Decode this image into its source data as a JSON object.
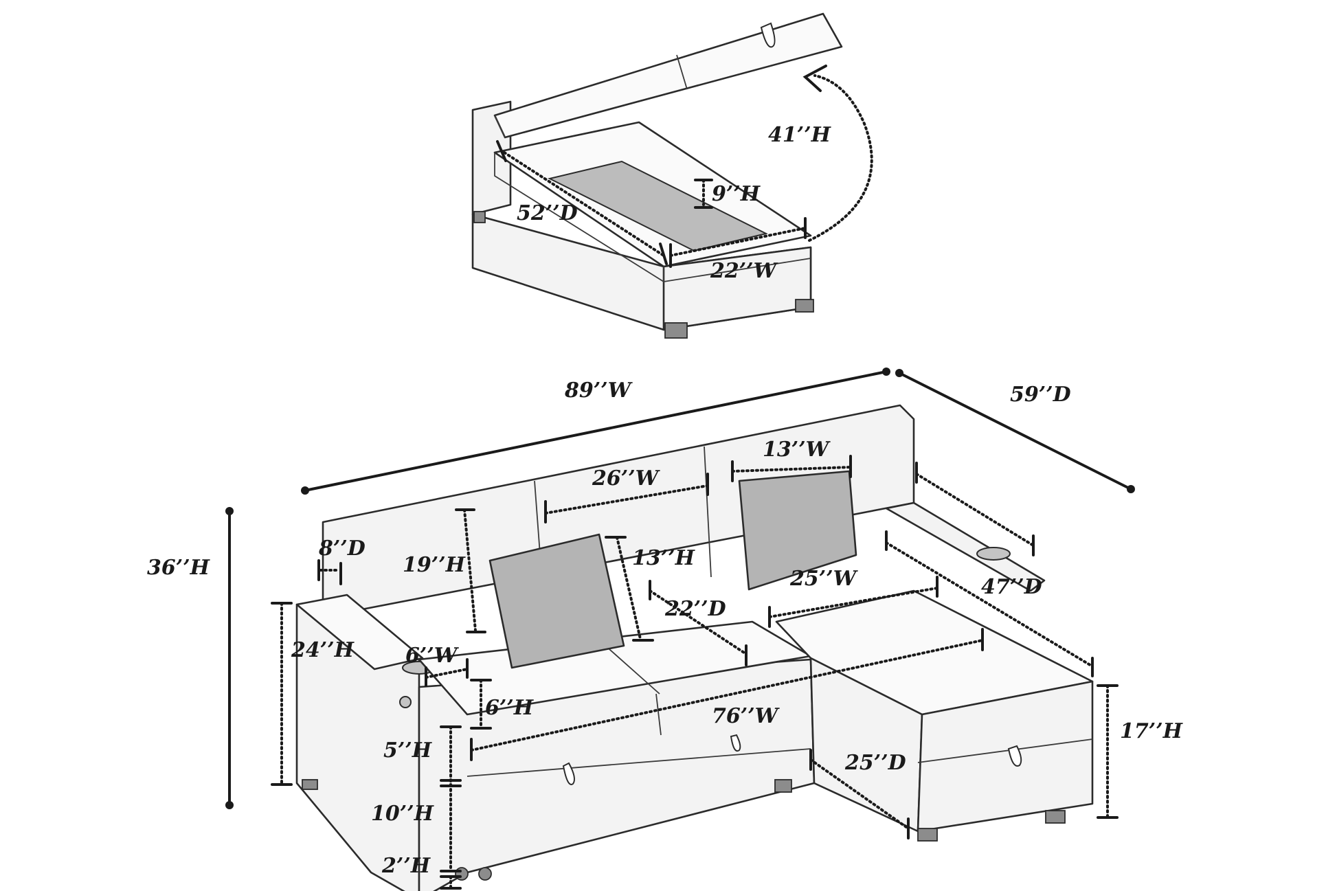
{
  "chaise_diagram": {
    "labels": {
      "lift_height": "41’’H",
      "storage_height": "9’’H",
      "storage_depth": "52’’D",
      "storage_width": "22’’W"
    }
  },
  "sectional_diagram": {
    "labels": {
      "overall_width": "89’’W",
      "overall_depth": "59’’D",
      "overall_height": "36’’H",
      "arm_height": "24’’H",
      "arm_depth": "8’’D",
      "back_height": "19’’H",
      "cushion_width": "26’’W",
      "pillow_width": "13’’W",
      "pillow_height": "13’’H",
      "seat_depth": "22’’D",
      "chaise_seat_width": "25’’W",
      "chaise_depth": "47’’D",
      "cup_width": "6’’W",
      "cup_height": "6’’H",
      "seat_width": "76’’W",
      "chaise_height": "17’’H",
      "chaise_front_depth": "25’’D",
      "seat_cushion_height": "5’’H",
      "base_height": "10’’H",
      "leg_height": "2’’H"
    }
  }
}
